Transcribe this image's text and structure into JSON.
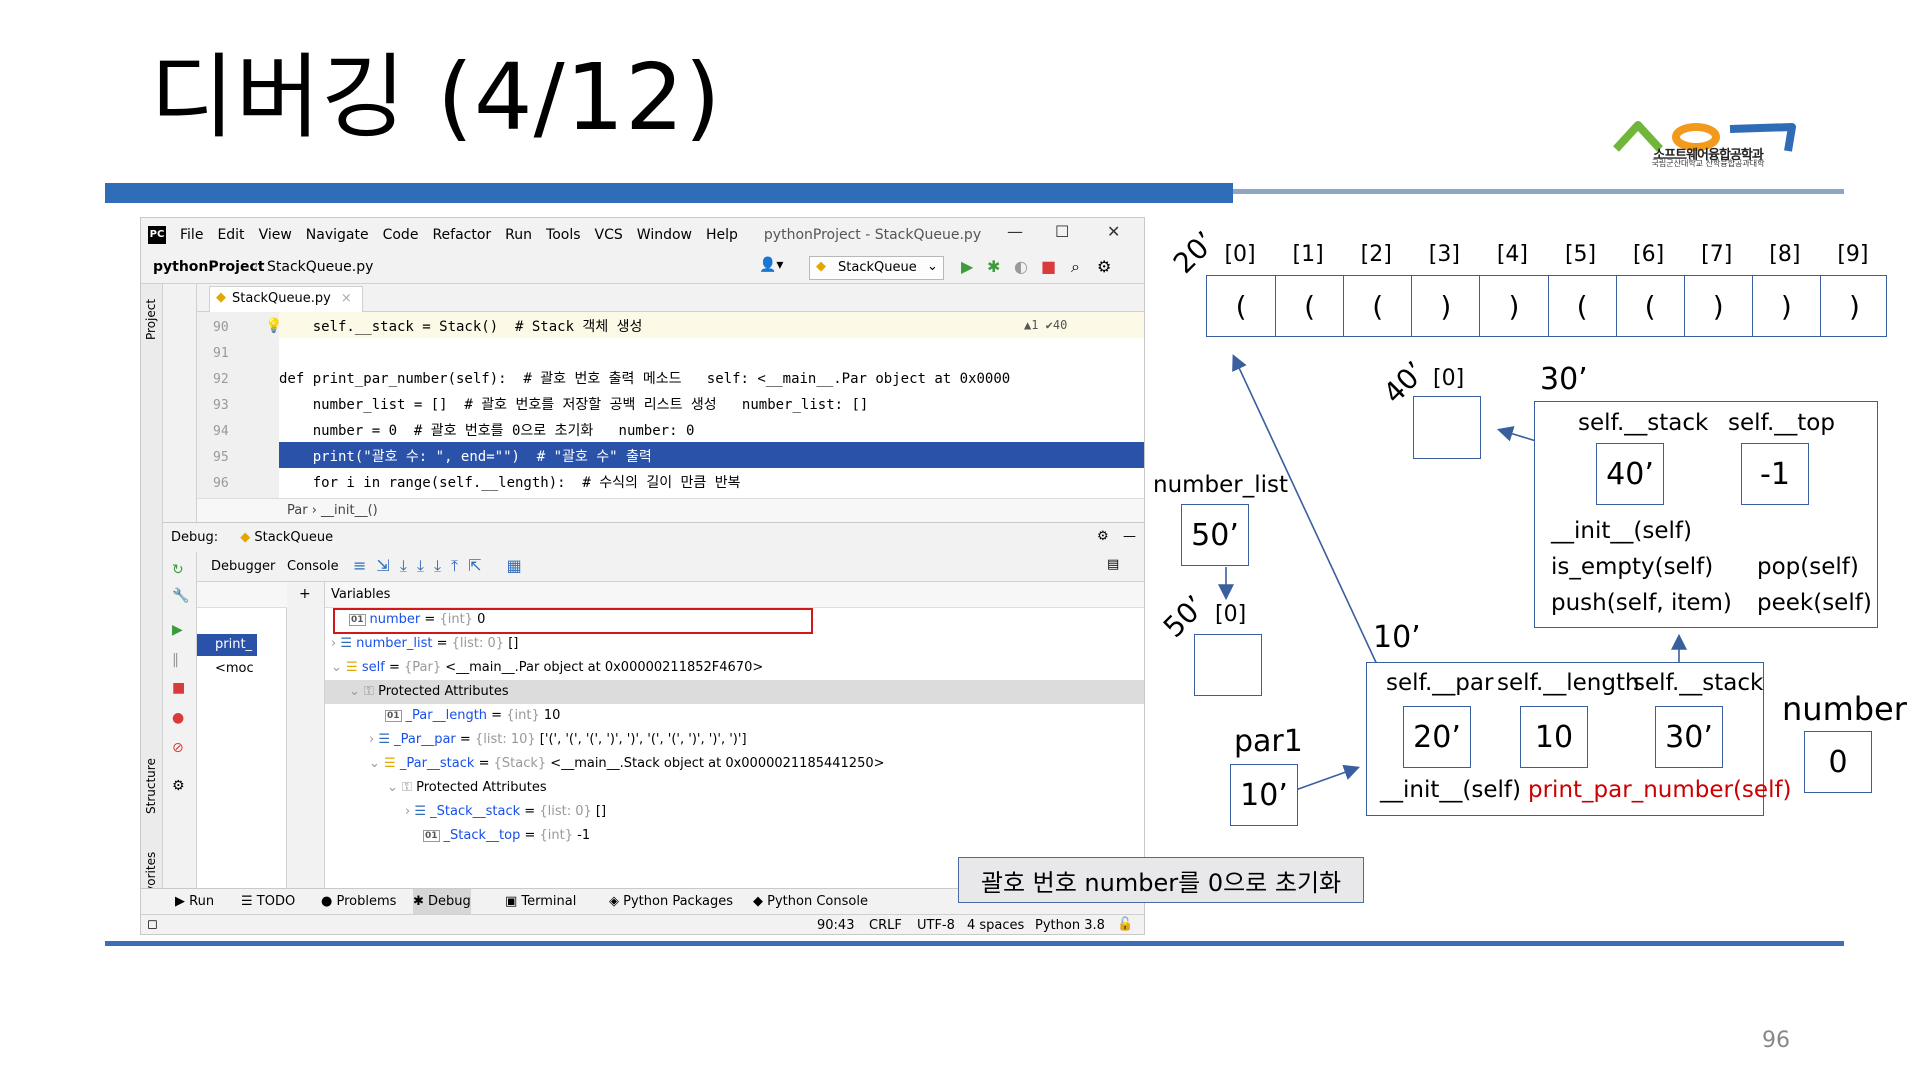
{
  "slide": {
    "title": "디버깅 (4/12)",
    "page_number": "96",
    "logo_text": "소프트웨어융합공학과",
    "logo_subtext": "국립군산대학교 산학융합공과대학"
  },
  "ide": {
    "menu": [
      "File",
      "Edit",
      "View",
      "Navigate",
      "Code",
      "Refactor",
      "Run",
      "Tools",
      "VCS",
      "Window",
      "Help"
    ],
    "window_title": "pythonProject - StackQueue.py",
    "breadcrumb_project": "pythonProject",
    "breadcrumb_file": "StackQueue.py",
    "run_config": "StackQueue",
    "editor_tab": "StackQueue.py",
    "inspections": "▲1 ✔40",
    "side_project": "Project",
    "side_structure": "Structure",
    "side_favorites": "Favorites",
    "code_lines": [
      {
        "num": "90",
        "text": "    self.__stack = Stack()  # Stack 객체 생성"
      },
      {
        "num": "91",
        "text": ""
      },
      {
        "num": "92",
        "text": "def print_par_number(self):  # 괄호 번호 출력 메소드   self: <__main__.Par object at 0x0000"
      },
      {
        "num": "93",
        "text": "    number_list = []  # 괄호 번호를 저장할 공백 리스트 생성   number_list: []"
      },
      {
        "num": "94",
        "text": "    number = 0  # 괄호 번호를 0으로 초기화   number: 0"
      },
      {
        "num": "95",
        "text": "    print(\"괄호 수: \", end=\"\")  # \"괄호 수\" 출력"
      },
      {
        "num": "96",
        "text": "    for i in range(self.__length):  # 수식의 길이 만큼 반복"
      }
    ],
    "code_crumb": "Par  ›  __init__()",
    "debug_label": "Debug:",
    "debug_tab": "StackQueue",
    "debugger_tab": "Debugger",
    "console_tab": "Console",
    "variables_header": "Variables",
    "frame_items": [
      "print_",
      "<moc"
    ],
    "variables": [
      {
        "name": "number",
        "type": "{int}",
        "value": "0"
      },
      {
        "name": "number_list",
        "type": "{list: 0}",
        "value": "[]"
      },
      {
        "name": "self",
        "type": "{Par}",
        "value": "<__main__.Par object at 0x00000211852F4670>"
      },
      {
        "name": "Protected Attributes",
        "type": "",
        "value": ""
      },
      {
        "name": "_Par__length",
        "type": "{int}",
        "value": "10"
      },
      {
        "name": "_Par__par",
        "type": "{list: 10}",
        "value": "['(', '(', '(', ')', ')', '(', '(', ')', ')', ')']"
      },
      {
        "name": "_Par__stack",
        "type": "{Stack}",
        "value": "<__main__.Stack object at 0x0000021185441250>"
      },
      {
        "name": "Protected Attributes",
        "type": "",
        "value": ""
      },
      {
        "name": "_Stack__stack",
        "type": "{list: 0}",
        "value": "[]"
      },
      {
        "name": "_Stack__top",
        "type": "{int}",
        "value": "-1"
      }
    ],
    "bottom_tabs": [
      "Run",
      "TODO",
      "Problems",
      "Debug",
      "Terminal",
      "Python Packages",
      "Python Console"
    ],
    "status": {
      "position": "90:43",
      "line_sep": "CRLF",
      "encoding": "UTF-8",
      "indent": "4 spaces",
      "interpreter": "Python 3.8"
    }
  },
  "diagram": {
    "array_addr": "20’",
    "array_indices": [
      "[0]",
      "[1]",
      "[2]",
      "[3]",
      "[4]",
      "[5]",
      "[6]",
      "[7]",
      "[8]",
      "[9]"
    ],
    "array_values": [
      "(",
      "(",
      "(",
      ")",
      ")",
      "(",
      "(",
      ")",
      ")",
      ")"
    ],
    "stack_list_addr": "40’",
    "stack_list_index": "[0]",
    "stack_obj_addr": "30’",
    "stack_obj_attr1": "self.__stack",
    "stack_obj_attr2": "self.__top",
    "stack_obj_val1": "40’",
    "stack_obj_val2": "-1",
    "stack_methods": [
      "__init__(self)",
      "is_empty(self)",
      "pop(self)",
      "push(self, item)",
      "peek(self)"
    ],
    "number_list_label": "number_list",
    "number_list_val": "50’",
    "list50_addr": "50’",
    "list50_index": "[0]",
    "par_obj_addr": "10’",
    "par_attr1": "self.__par",
    "par_attr2": "self.__length",
    "par_attr3": "self.__stack",
    "par_val1": "20’",
    "par_val2": "10",
    "par_val3": "30’",
    "par_init": "__init__(self)",
    "par_method": "print_par_number(self)",
    "par1_label": "par1",
    "par1_val": "10’",
    "number_label": "number",
    "number_val": "0",
    "caption": "괄호 번호 number를 0으로 초기화",
    "accent_red": "#cc0000"
  }
}
